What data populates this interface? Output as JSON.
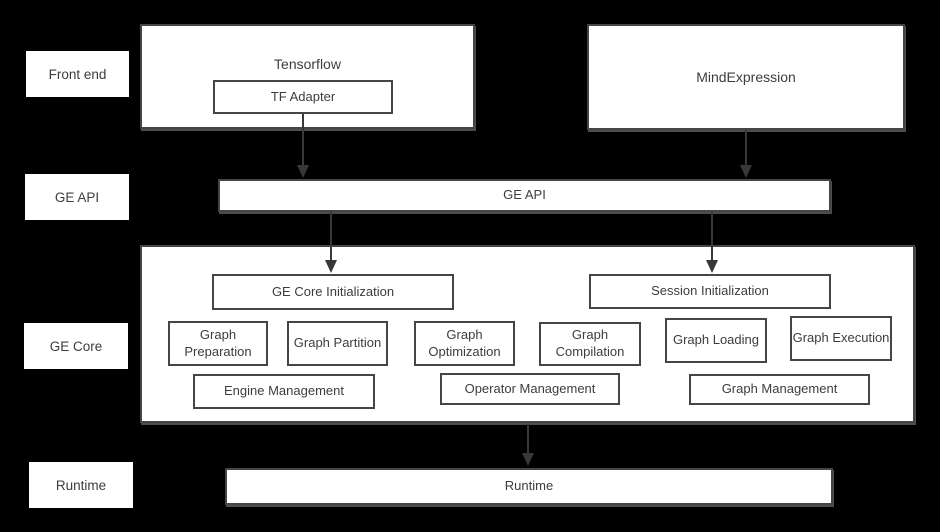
{
  "colors": {
    "background": "#000000",
    "box_fill": "#ffffff",
    "box_border": "#454545",
    "text": "#3d3d3d",
    "arrow": "#383838"
  },
  "row_labels": {
    "front_end": "Front end",
    "ge_api": "GE API",
    "ge_core": "GE Core",
    "runtime": "Runtime"
  },
  "front_end": {
    "tensorflow_title": "Tensorflow",
    "tf_adapter": "TF Adapter",
    "mindexpression_title": "MindExpression"
  },
  "ge_api": {
    "label": "GE API"
  },
  "ge_core": {
    "ge_core_initialization": "GE Core Initialization",
    "session_initialization": "Session Initialization",
    "modules": [
      "Graph Preparation",
      "Graph Partition",
      "Graph Optimization",
      "Graph Compilation",
      "Graph Loading",
      "Graph Execution"
    ],
    "management": [
      "Engine Management",
      "Operator Management",
      "Graph Management"
    ]
  },
  "runtime": {
    "label": "Runtime"
  }
}
